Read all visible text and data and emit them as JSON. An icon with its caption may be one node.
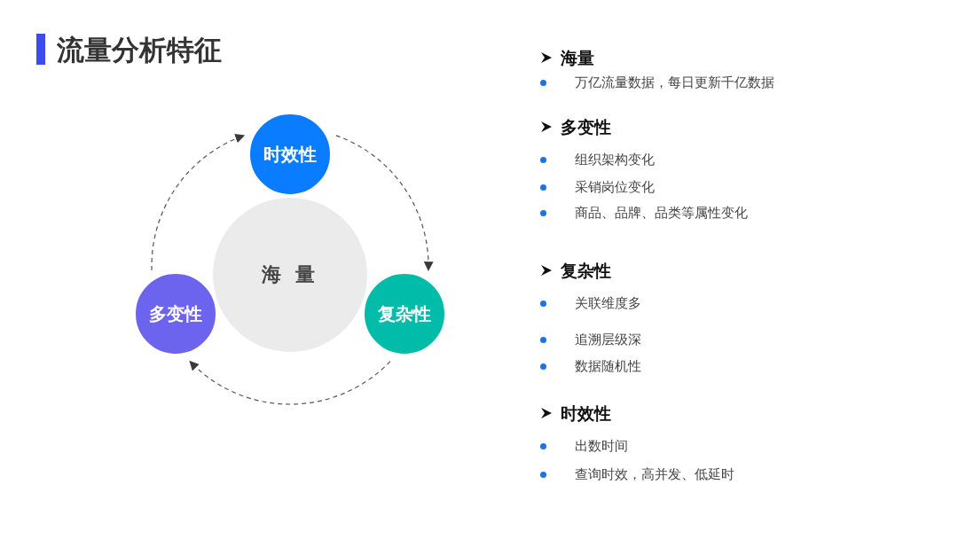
{
  "diagram": {
    "title": "流量分析特征",
    "nodes": [
      {
        "text": [
          "海 量"
        ]
      },
      {
        "text": [
          "时效性"
        ]
      },
      {
        "text": [
          "复杂性"
        ]
      },
      {
        "text": [
          "多变性"
        ]
      }
    ],
    "edges": [
      {
        "from": 1,
        "to": 2,
        "arrow": "to",
        "style": "dashed"
      },
      {
        "from": 2,
        "to": 3,
        "arrow": "to",
        "style": "dashed"
      },
      {
        "from": 3,
        "to": 1,
        "arrow": "to",
        "style": "dashed"
      }
    ],
    "labels": [
      "海量",
      "万亿流量数据，每日更新千亿数据",
      "多变性",
      "组织架构变化",
      "采销岗位变化",
      "商品、品牌、品类等属性变化",
      "复杂性",
      "关联维度多",
      "追溯层级深",
      "数据随机性",
      "时效性",
      "出数时间",
      "查询时效，高并发、低延时"
    ]
  }
}
